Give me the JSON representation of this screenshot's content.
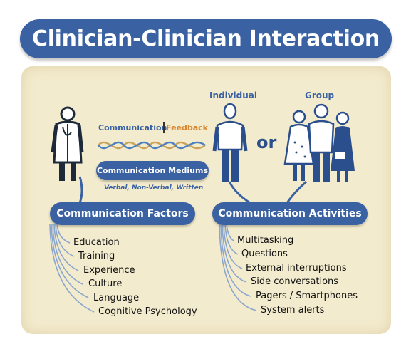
{
  "title": "Clinician-Clinician Interaction",
  "labels": {
    "individual": "Individual",
    "group": "Group",
    "or": "or"
  },
  "communication": "Communication",
  "feedback": "Feedback",
  "mediums": {
    "title": "Communication Mediums",
    "subtitle": "Verbal, Non-Verbal, Written"
  },
  "factors": {
    "title": "Communication Factors",
    "items": [
      "Education",
      "Training",
      "Experience",
      "Culture",
      "Language",
      "Cognitive Psychology"
    ]
  },
  "activities": {
    "title": "Communication Activities",
    "items": [
      "Multitasking",
      "Questions",
      "External interruptions",
      "Side conversations",
      "Pagers / Smartphones",
      "System alerts"
    ]
  },
  "colors": {
    "primary": "#3a62a3",
    "panel": "#f3ebcd",
    "feedback": "#d9852c",
    "wave_blue": "#4a7fc1",
    "wave_gold": "#c9a45a",
    "icon": "#1e2a3a"
  }
}
